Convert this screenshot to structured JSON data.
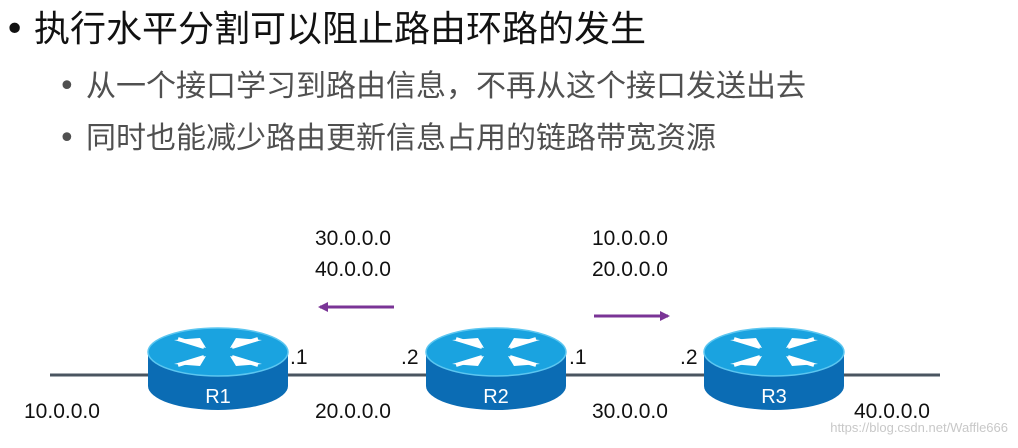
{
  "bullets": {
    "main": "执行水平分割可以阻止路由环路的发生",
    "sub": [
      "从一个接口学习到路由信息，不再从这个接口发送出去",
      "同时也能减少路由更新信息占用的链路带宽资源"
    ],
    "marker": "•"
  },
  "routers": [
    {
      "label": "R1"
    },
    {
      "label": "R2"
    },
    {
      "label": "R3"
    }
  ],
  "networks": [
    "10.0.0.0",
    "20.0.0.0",
    "30.0.0.0",
    "40.0.0.0"
  ],
  "interfaces": [
    ".1",
    ".2",
    ".1",
    ".2"
  ],
  "updates": {
    "to_r1": [
      "30.0.0.0",
      "40.0.0.0"
    ],
    "to_r3": [
      "10.0.0.0",
      "20.0.0.0"
    ]
  },
  "watermark": "https://blog.csdn.net/Waffle666",
  "colors": {
    "router_top": "#1aa3e0",
    "router_body": "#0b6cb4",
    "link": "#4a5560",
    "arrow": "#7a3496"
  }
}
